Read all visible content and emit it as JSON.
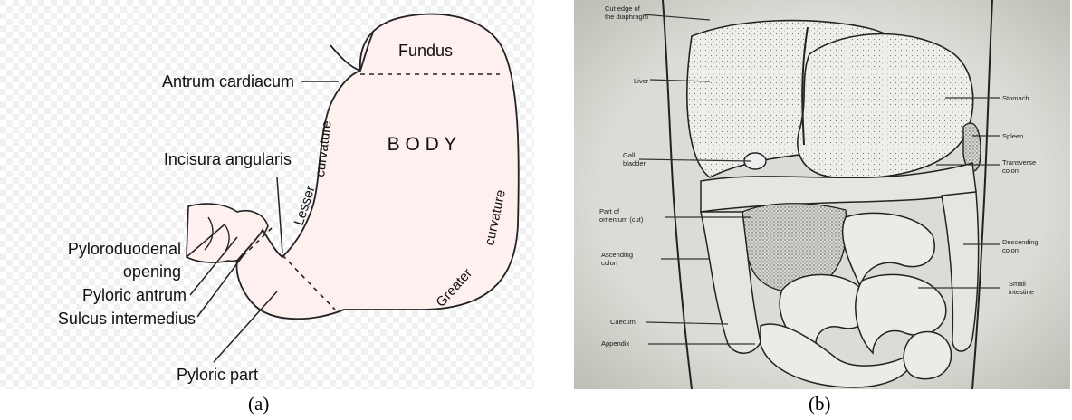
{
  "panel_a": {
    "labels": {
      "fundus": "Fundus",
      "antrum_cardiacum": "Antrum cardiacum",
      "body": "B O D Y",
      "lesser_curvature_1": "Lesser",
      "lesser_curvature_2": "curvature",
      "incisura_angularis": "Incisura angularis",
      "greater_curvature_1": "Greater",
      "greater_curvature_2": "curvature",
      "pyloroduodenal_1": "Pyloroduodenal",
      "pyloroduodenal_2": "opening",
      "pyloric_antrum": "Pyloric antrum",
      "sulcus_intermedius": "Sulcus intermedius",
      "pyloric_part": "Pyloric part"
    },
    "caption": "(a)"
  },
  "panel_b": {
    "labels": {
      "cut_edge_1": "Cut edge of",
      "cut_edge_2": "the diaphragm",
      "liver": "Liver",
      "stomach": "Stomach",
      "gall_1": "Gall",
      "gall_2": "bladder",
      "spleen": "Spleen",
      "transverse_1": "Transverse",
      "transverse_2": "colon",
      "omentum_1": "Part of",
      "omentum_2": "omentum (cut)",
      "ascending_1": "Ascending",
      "ascending_2": "colon",
      "descending_1": "Descending",
      "descending_2": "colon",
      "small_1": "Small",
      "small_2": "intestine",
      "caecum": "Caecum",
      "appendix": "Appendix"
    },
    "caption": "(b)"
  },
  "colors": {
    "stomach_fill": "#fdf0ee",
    "checker_light": "#ffffff",
    "checker_dark": "#f1f1f1",
    "photo_background": "#dcdcd6",
    "ink": "#1a1a1a"
  }
}
